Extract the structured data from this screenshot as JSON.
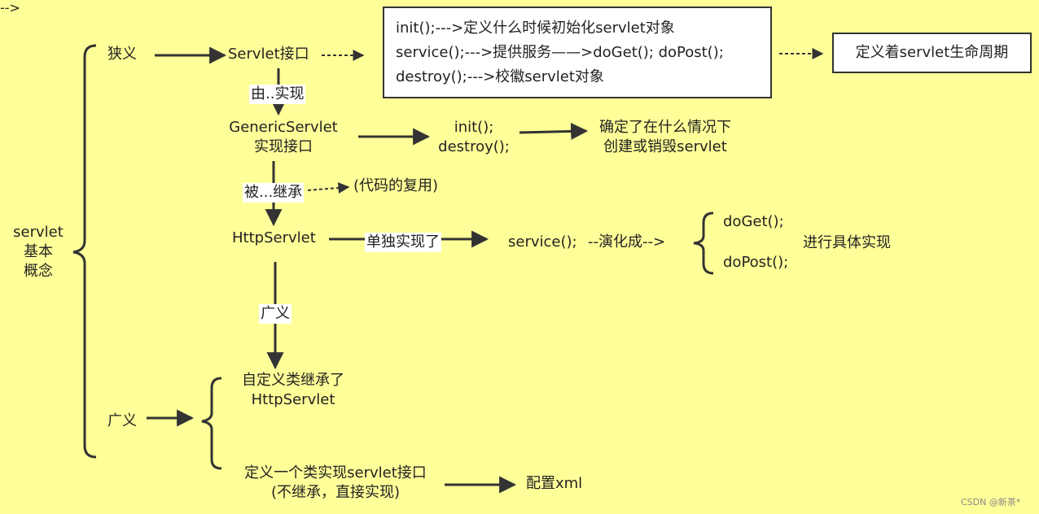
{
  "colors": {
    "background": "#ffff99",
    "line": "#333333",
    "box_fill": "#ffffff"
  },
  "root": {
    "line1": "servlet",
    "line2": "基本",
    "line3": "概念"
  },
  "narrow": {
    "label": "狭义"
  },
  "servlet_interface": {
    "label": "Servlet接口"
  },
  "methods_box": {
    "line1": "init();--->定义什么时候初始化servlet对象",
    "line2": "service();--->提供服务——>doGet(); doPost();",
    "line3": "destroy();--->校徽servlet对象"
  },
  "lifecycle_box": {
    "label": "定义着servlet生命周期"
  },
  "edge_implemented_by": {
    "label": "由..实现"
  },
  "generic_servlet": {
    "line1": "GenericServlet",
    "line2": "实现接口"
  },
  "generic_methods": {
    "line1": "init();",
    "line2": "destroy();"
  },
  "generic_desc": {
    "line1": "确定了在什么情况下",
    "line2": "创建或销毁servlet"
  },
  "edge_inherited_by": {
    "label": "被...继承"
  },
  "code_reuse": {
    "label": "(代码的复用)"
  },
  "http_servlet": {
    "label": "HttpServlet"
  },
  "edge_separately_implemented": {
    "label": "单独实现了"
  },
  "service_node": {
    "label": "service();"
  },
  "evolves_into": {
    "label": "--演化成-->"
  },
  "do_methods": {
    "doget": "doGet();",
    "dopost": "doPost();"
  },
  "concrete_impl": {
    "label": "进行具体实现"
  },
  "edge_broad": {
    "label": "广义"
  },
  "custom_class": {
    "line1": "自定义类继承了",
    "line2": "HttpServlet"
  },
  "broad": {
    "label": "广义"
  },
  "define_class": {
    "line1": "定义一个类实现servlet接口",
    "line2": "(不继承，直接实现)"
  },
  "config_xml": {
    "label": "配置xml"
  },
  "watermark": {
    "label": "CSDN @新茶*"
  }
}
